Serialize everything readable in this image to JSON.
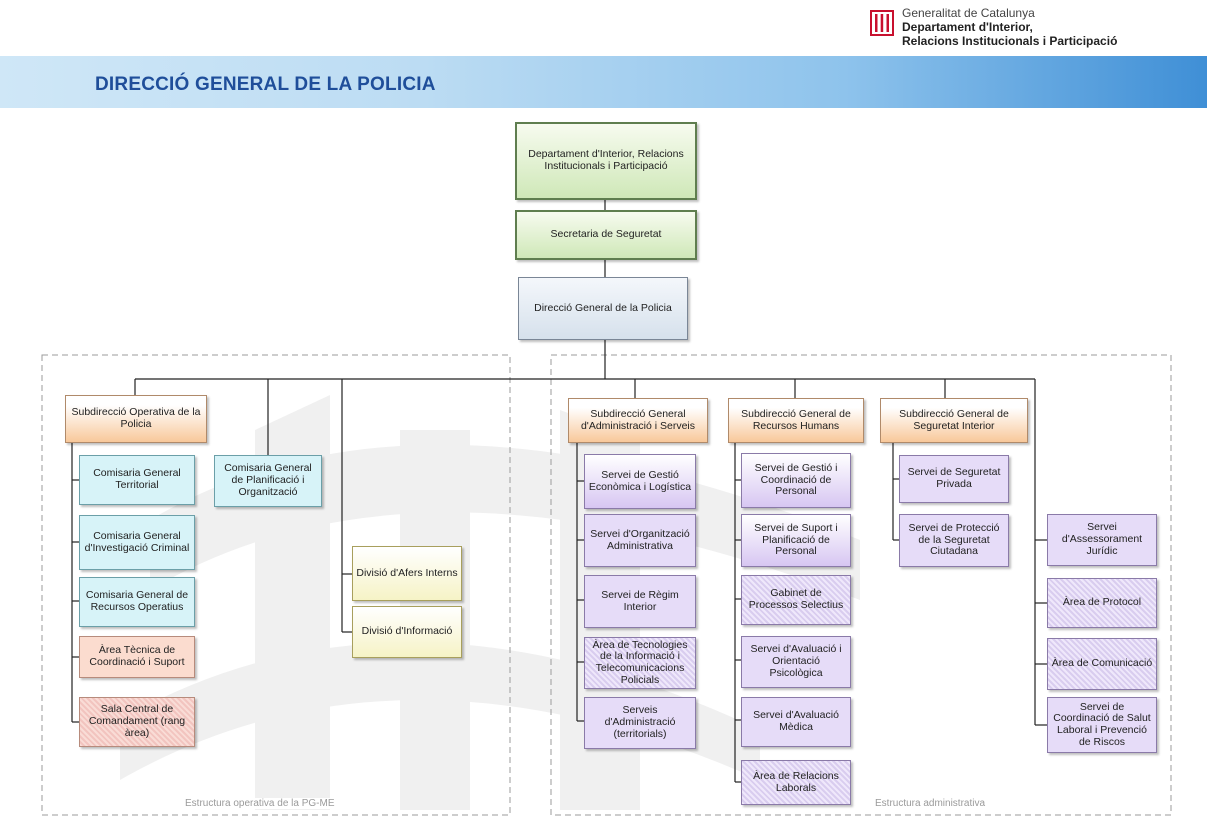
{
  "header": {
    "title": "DIRECCIÓ GENERAL DE LA POLICIA",
    "org_name": "Generalitat de Catalunya",
    "dept_line1": "Departament d'Interior,",
    "dept_line2": "Relacions Institucionals i Participació",
    "logo_icon": "generalitat-stripes-icon"
  },
  "top": {
    "department": "Departament d'Interior, Relacions Institucionals i Participació",
    "secretaria": "Secretaria de Seguretat",
    "direccio": "Direcció General de la Policia"
  },
  "operativa": {
    "caption": "Estructura operativa de la PG-ME",
    "subdireccio": "Subdirecció Operativa de la Policia",
    "comissaries": [
      "Comisaria General Territorial",
      "Comisaria General d'Investigació Criminal",
      "Comisaria General de Recursos Operatius",
      "Àrea Tècnica de Coordinació i Suport",
      "Sala Central de Comandament (rang àrea)"
    ],
    "planificacio": "Comisaria General de Planificació i Organització",
    "divisions": [
      "Divisió d'Afers Interns",
      "Divisió d'Informació"
    ]
  },
  "administrativa": {
    "caption": "Estructura administrativa",
    "administracio": {
      "title": "Subdirecció General d'Administració i Serveis",
      "items": [
        "Servei de Gestió Econòmica i Logística",
        "Servei d'Organització Administrativa",
        "Servei de Règim Interior",
        "Àrea de Tecnologies de la Informació i Telecomunicacions Policials",
        "Serveis d'Administració (territorials)"
      ]
    },
    "recursos_humans": {
      "title": "Subdirecció General de Recursos Humans",
      "items": [
        "Servei de Gestió i Coordinació de Personal",
        "Servei de Suport i Planificació de Personal",
        "Gabinet de Processos Selectius",
        "Servei d'Avaluació i Orientació Psicològica",
        "Servei d'Avaluació Mèdica",
        "Àrea de Relacions Laborals"
      ]
    },
    "seguretat_interior": {
      "title": "Subdirecció General de Seguretat Interior",
      "items": [
        "Servei de Seguretat Privada",
        "Servei de Protecció de la Seguretat Ciutadana"
      ]
    },
    "direct": [
      "Servei d'Assessorament Jurídic",
      "Àrea de Protocol",
      "Àrea de Comunicació",
      "Servei de Coordinació de Salut Laboral i Prevenció de Riscos"
    ]
  }
}
